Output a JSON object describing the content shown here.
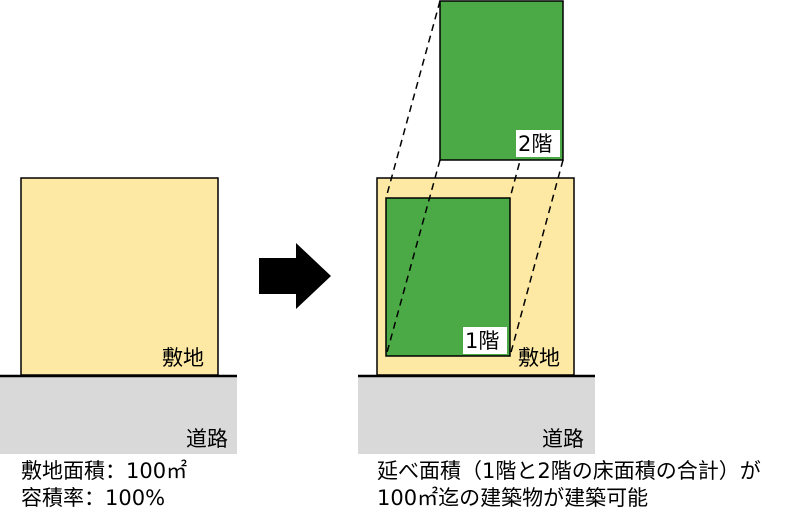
{
  "left": {
    "site_label": "敷地",
    "road_label": "道路",
    "caption_line1": "敷地面積：100㎡",
    "caption_line2": "容積率：100%"
  },
  "right": {
    "floor2_label": "2階",
    "floor1_label": "1階",
    "site_label": "敷地",
    "road_label": "道路",
    "caption_line1": "延べ面積（1階と2階の床面積の合計）が",
    "caption_line2": "100㎡迄の建築物が建築可能"
  },
  "colors": {
    "site_fill": "#FDE9A4",
    "building_fill": "#4BAA46",
    "road_fill": "#D9D9D9",
    "arrow": "#000000"
  }
}
